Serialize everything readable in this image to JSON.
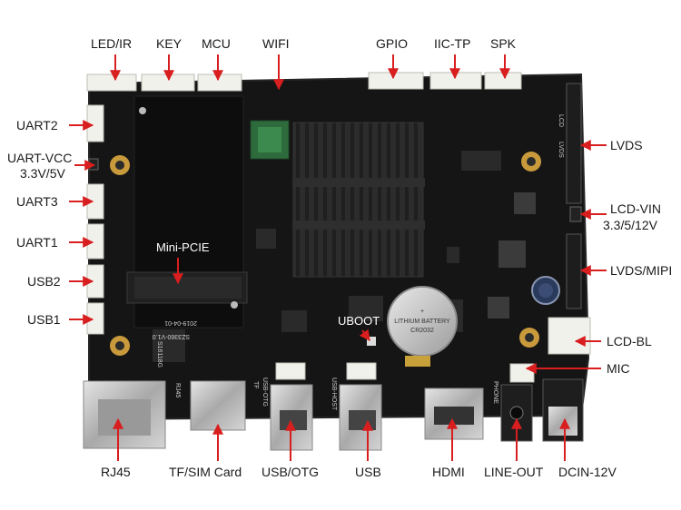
{
  "labels": {
    "led_ir": "LED/IR",
    "key": "KEY",
    "mcu": "MCU",
    "wifi": "WIFI",
    "gpio": "GPIO",
    "iic_tp": "IIC-TP",
    "spk": "SPK",
    "uart2": "UART2",
    "uart_vcc": "UART-VCC",
    "uart_vcc_volt": "3.3V/5V",
    "uart3": "UART3",
    "uart1": "UART1",
    "usb2": "USB2",
    "usb1": "USB1",
    "lvds": "LVDS",
    "lcd_vin": "LCD-VIN",
    "lcd_vin_volt": "3.3/5/12V",
    "lvds_mipi": "LVDS/MIPI",
    "lcd_bl": "LCD-BL",
    "mic": "MIC",
    "mini_pcie": "Mini-PCIE",
    "uboot": "UBOOT",
    "rj45": "RJ45",
    "tf_sim": "TF/SIM Card",
    "usb_otg": "USB/OTG",
    "usb": "USB",
    "hdmi": "HDMI",
    "line_out": "LINE-OUT",
    "dcin": "DCIN-12V"
  },
  "board_text": {
    "model": "SZ3360-V1.0",
    "date": "2019-04-01",
    "battery_line1": "LITHIUM BATTERY",
    "battery_line2": "CR2032",
    "lvds_silk": "LVDS",
    "lcd_silk": "LCD",
    "usb_otg_silk": "USB-OTG",
    "usb_host_silk": "USB-HOST",
    "phone_silk": "PHONE",
    "rj45_silk": "RJ45",
    "tf_silk": "TF",
    "chip_code": "S16118G"
  },
  "colors": {
    "pcb": "#141414",
    "pcb_edge": "#2a2a2a",
    "connector": "#f1f1ec",
    "arrow": "#d81e1e",
    "heatsink": "#1c1c1c",
    "wifi_module": "#2e6b3c",
    "metal": "#c9c9c9",
    "gold": "#c9a13a"
  }
}
